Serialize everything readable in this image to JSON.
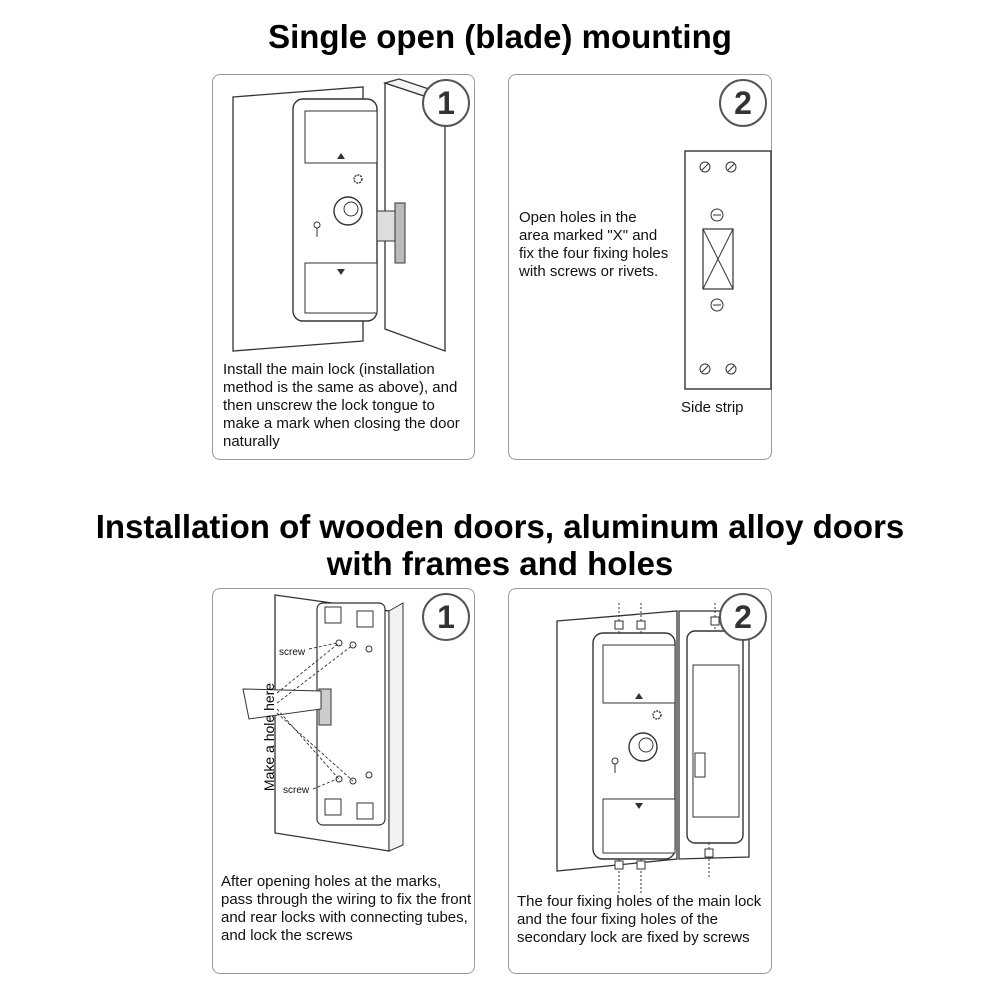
{
  "section1": {
    "title": "Single open (blade) mounting",
    "panels": [
      {
        "number": "1",
        "text": "Install the main lock (installation method is the same as above), and then unscrew the lock tongue to make a mark when closing the door naturally"
      },
      {
        "number": "2",
        "text": "Open holes in the area marked \"X\" and fix the four fixing holes with screws or rivets.",
        "strip_label": "Side strip"
      }
    ]
  },
  "section2": {
    "title_line1": "Installation of wooden doors, aluminum alloy doors",
    "title_line2": "with frames and holes",
    "panels": [
      {
        "number": "1",
        "text": "After opening holes at the marks, pass through the wiring to fix the front and rear locks with connecting tubes, and lock the screws",
        "hole_label": "Make a hole here",
        "screw_label_1": "screw",
        "screw_label_2": "screw"
      },
      {
        "number": "2",
        "text": "The four fixing holes of the main lock and the four fixing holes of the secondary lock are fixed by screws"
      }
    ]
  },
  "icons": [
    "gear-icon",
    "up-arrow-icon",
    "down-arrow-icon",
    "knob-icon",
    "key-icon"
  ],
  "colors": {
    "border": "#9a9a9a",
    "line": "#333333"
  }
}
